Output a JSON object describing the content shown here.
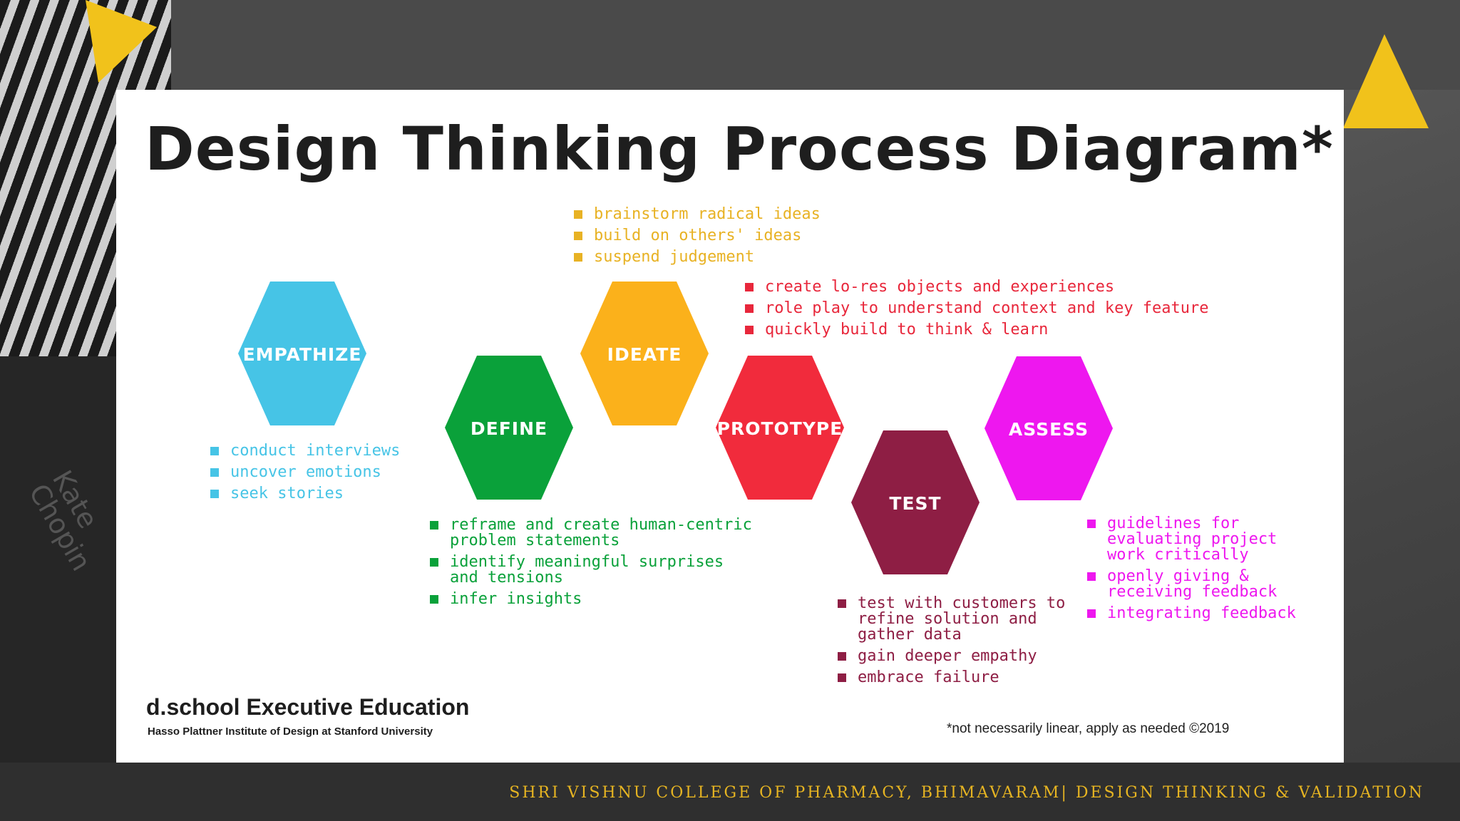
{
  "title": "Design Thinking Process Diagram*",
  "stages": [
    {
      "label": "EMPATHIZE",
      "color": "#46c4e6"
    },
    {
      "label": "DEFINE",
      "color": "#0aa13a"
    },
    {
      "label": "IDEATE",
      "color": "#fbb11b"
    },
    {
      "label": "PROTOTYPE",
      "color": "#f12b3c"
    },
    {
      "label": "TEST",
      "color": "#8e1e44"
    },
    {
      "label": "ASSESS",
      "color": "#ee17ef"
    }
  ],
  "notes": {
    "empathize": [
      "conduct interviews",
      "uncover emotions",
      "seek stories"
    ],
    "define": [
      "reframe and create human-centric problem statements",
      "identify meaningful surprises and tensions",
      "infer insights"
    ],
    "ideate": [
      "brainstorm radical ideas",
      "build on others' ideas",
      "suspend judgement"
    ],
    "prototype": [
      "create lo-res objects and experiences",
      "role play to understand context and key feature",
      "quickly build to think & learn"
    ],
    "test": [
      "test with customers to refine solution and gather data",
      "gain deeper empathy",
      "embrace failure"
    ],
    "assess": [
      "guidelines for evaluating project work critically",
      "openly giving & receiving feedback",
      "integrating feedback"
    ]
  },
  "brand": {
    "name": "d.school Executive Education",
    "subtitle": "Hasso Plattner Institute of Design at Stanford University"
  },
  "footnote": "*not necessarily linear, apply as needed  ©2019",
  "footer": "SHRI VISHNU COLLEGE OF PHARMACY, BHIMAVARAM| DESIGN THINKING & VALIDATION",
  "background_text": "Kate Chopin",
  "colors": {
    "accent_yellow": "#f1c21b",
    "background": "#3a3a3a",
    "card": "#ffffff"
  }
}
